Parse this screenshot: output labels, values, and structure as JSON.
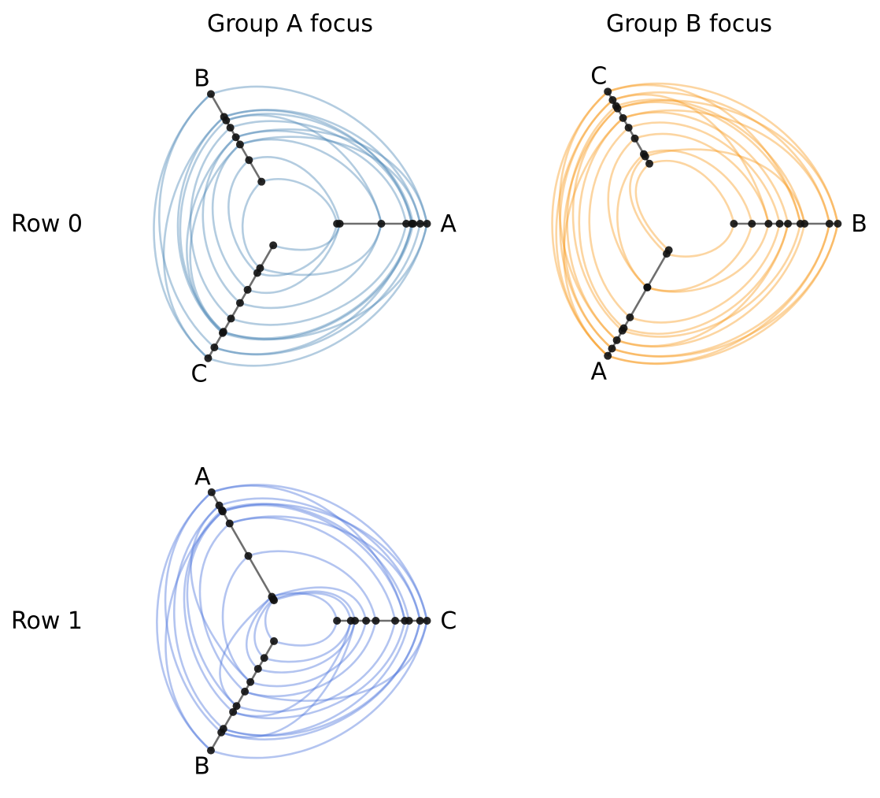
{
  "rows": [
    {
      "label": "Row 0"
    },
    {
      "label": "Row 1"
    }
  ],
  "panels": [
    {
      "title": "Group A focus",
      "color": "#4a86b4",
      "center": [
        0,
        0
      ],
      "axes": [
        {
          "label": "A",
          "nodes": [
            0.37,
            0.39,
            0.69,
            0.87,
            0.91,
            0.92,
            0.97,
            1.02
          ]
        },
        {
          "label": "B",
          "nodes": [
            0.35,
            0.53,
            0.66,
            0.72,
            0.8,
            0.86,
            0.89,
            1.08
          ]
        },
        {
          "label": "C",
          "nodes": [
            0.18,
            0.37,
            0.41,
            0.55,
            0.66,
            0.79,
            0.9,
            0.91,
            1.03,
            1.12
          ]
        }
      ],
      "edges": [
        [
          0,
          7,
          1,
          7
        ],
        [
          0,
          6,
          1,
          6
        ],
        [
          0,
          5,
          1,
          5
        ],
        [
          0,
          4,
          1,
          4
        ],
        [
          0,
          3,
          1,
          3
        ],
        [
          0,
          2,
          1,
          2
        ],
        [
          0,
          1,
          1,
          1
        ],
        [
          0,
          0,
          1,
          0
        ],
        [
          0,
          7,
          1,
          3
        ],
        [
          0,
          6,
          1,
          2
        ],
        [
          0,
          2,
          1,
          5
        ],
        [
          0,
          4,
          1,
          6
        ],
        [
          1,
          0,
          2,
          1
        ],
        [
          1,
          1,
          2,
          2
        ],
        [
          1,
          2,
          2,
          3
        ],
        [
          1,
          3,
          2,
          4
        ],
        [
          1,
          4,
          2,
          5
        ],
        [
          1,
          5,
          2,
          6
        ],
        [
          1,
          6,
          2,
          7
        ],
        [
          1,
          7,
          2,
          8
        ],
        [
          1,
          6,
          2,
          9
        ],
        [
          1,
          3,
          2,
          7
        ],
        [
          1,
          7,
          2,
          9
        ],
        [
          1,
          2,
          2,
          6
        ],
        [
          2,
          9,
          0,
          7
        ],
        [
          2,
          8,
          0,
          6
        ],
        [
          2,
          7,
          0,
          5
        ],
        [
          2,
          6,
          0,
          4
        ],
        [
          2,
          5,
          0,
          3
        ],
        [
          2,
          4,
          0,
          2
        ],
        [
          2,
          3,
          0,
          1
        ],
        [
          2,
          2,
          0,
          0
        ],
        [
          2,
          0,
          0,
          1
        ],
        [
          2,
          1,
          0,
          2
        ],
        [
          2,
          8,
          0,
          4
        ],
        [
          2,
          6,
          0,
          7
        ]
      ]
    },
    {
      "title": "Group B focus",
      "color": "#f89c1e",
      "center": [
        1,
        0
      ],
      "axes": [
        {
          "label": "B",
          "nodes": [
            0.36,
            0.49,
            0.61,
            0.69,
            0.75,
            0.84,
            0.87,
            1.05,
            1.11
          ]
        },
        {
          "label": "C",
          "nodes": [
            0.5,
            0.56,
            0.58,
            0.71,
            0.8,
            0.88,
            0.96,
            0.98,
            1.03,
            1.1
          ]
        },
        {
          "label": "A",
          "nodes": [
            0.22,
            0.25,
            0.53,
            0.53,
            0.78,
            0.87,
            0.89,
            0.97,
            1.04,
            1.1
          ]
        }
      ],
      "edges": [
        [
          0,
          8,
          1,
          9
        ],
        [
          0,
          7,
          1,
          8
        ],
        [
          0,
          6,
          1,
          7
        ],
        [
          0,
          5,
          1,
          6
        ],
        [
          0,
          4,
          1,
          5
        ],
        [
          0,
          3,
          1,
          4
        ],
        [
          0,
          2,
          1,
          3
        ],
        [
          0,
          1,
          1,
          2
        ],
        [
          0,
          0,
          1,
          0
        ],
        [
          0,
          7,
          1,
          5
        ],
        [
          0,
          8,
          1,
          6
        ],
        [
          0,
          2,
          1,
          8
        ],
        [
          0,
          5,
          1,
          9
        ],
        [
          0,
          6,
          1,
          1
        ],
        [
          1,
          0,
          2,
          0
        ],
        [
          1,
          1,
          2,
          1
        ],
        [
          1,
          2,
          2,
          2
        ],
        [
          1,
          3,
          2,
          3
        ],
        [
          1,
          4,
          2,
          4
        ],
        [
          1,
          5,
          2,
          5
        ],
        [
          1,
          6,
          2,
          6
        ],
        [
          1,
          7,
          2,
          7
        ],
        [
          1,
          8,
          2,
          8
        ],
        [
          1,
          9,
          2,
          9
        ],
        [
          1,
          9,
          2,
          7
        ],
        [
          1,
          8,
          2,
          9
        ],
        [
          1,
          6,
          2,
          8
        ],
        [
          1,
          5,
          2,
          9
        ],
        [
          2,
          9,
          0,
          8
        ],
        [
          2,
          8,
          0,
          7
        ],
        [
          2,
          7,
          0,
          6
        ],
        [
          2,
          6,
          0,
          5
        ],
        [
          2,
          5,
          0,
          4
        ],
        [
          2,
          4,
          0,
          3
        ],
        [
          2,
          3,
          0,
          2
        ],
        [
          2,
          2,
          0,
          1
        ],
        [
          2,
          1,
          0,
          0
        ],
        [
          2,
          8,
          0,
          8
        ],
        [
          2,
          9,
          0,
          7
        ],
        [
          2,
          7,
          0,
          4
        ]
      ]
    },
    {
      "title": "",
      "color": "#4a72dc",
      "center": [
        0,
        1
      ],
      "axes": [
        {
          "label": "C",
          "nodes": [
            0.37,
            0.47,
            0.5,
            0.58,
            0.65,
            0.79,
            0.86,
            0.89,
            0.97,
            1.02
          ]
        },
        {
          "label": "A",
          "nodes": [
            0.17,
            0.18,
            0.2,
            0.54,
            0.81,
            0.91,
            0.92,
            0.96,
            1.07
          ]
        },
        {
          "label": "B",
          "nodes": [
            0.17,
            0.31,
            0.4,
            0.51,
            0.59,
            0.71,
            0.76,
            0.9,
            0.93,
            1.08
          ]
        }
      ],
      "edges": [
        [
          0,
          9,
          1,
          8
        ],
        [
          0,
          8,
          1,
          7
        ],
        [
          0,
          7,
          1,
          6
        ],
        [
          0,
          6,
          1,
          5
        ],
        [
          0,
          5,
          1,
          4
        ],
        [
          0,
          4,
          1,
          3
        ],
        [
          0,
          3,
          1,
          2
        ],
        [
          0,
          2,
          1,
          1
        ],
        [
          0,
          1,
          1,
          0
        ],
        [
          0,
          0,
          1,
          2
        ],
        [
          0,
          9,
          1,
          5
        ],
        [
          0,
          6,
          1,
          8
        ],
        [
          0,
          8,
          1,
          4
        ],
        [
          1,
          0,
          2,
          0
        ],
        [
          1,
          1,
          2,
          1
        ],
        [
          1,
          2,
          2,
          2
        ],
        [
          1,
          3,
          2,
          3
        ],
        [
          1,
          4,
          2,
          4
        ],
        [
          1,
          5,
          2,
          5
        ],
        [
          1,
          6,
          2,
          6
        ],
        [
          1,
          7,
          2,
          7
        ],
        [
          1,
          8,
          2,
          8
        ],
        [
          1,
          8,
          2,
          9
        ],
        [
          1,
          5,
          2,
          9
        ],
        [
          1,
          7,
          2,
          3
        ],
        [
          1,
          2,
          2,
          5
        ],
        [
          2,
          9,
          0,
          9
        ],
        [
          2,
          8,
          0,
          8
        ],
        [
          2,
          7,
          0,
          7
        ],
        [
          2,
          6,
          0,
          6
        ],
        [
          2,
          5,
          0,
          5
        ],
        [
          2,
          4,
          0,
          4
        ],
        [
          2,
          3,
          0,
          3
        ],
        [
          2,
          2,
          0,
          2
        ],
        [
          2,
          1,
          0,
          1
        ],
        [
          2,
          0,
          0,
          0
        ],
        [
          2,
          7,
          0,
          8
        ],
        [
          2,
          4,
          0,
          9
        ],
        [
          2,
          8,
          0,
          2
        ],
        [
          2,
          6,
          0,
          1
        ]
      ]
    }
  ]
}
